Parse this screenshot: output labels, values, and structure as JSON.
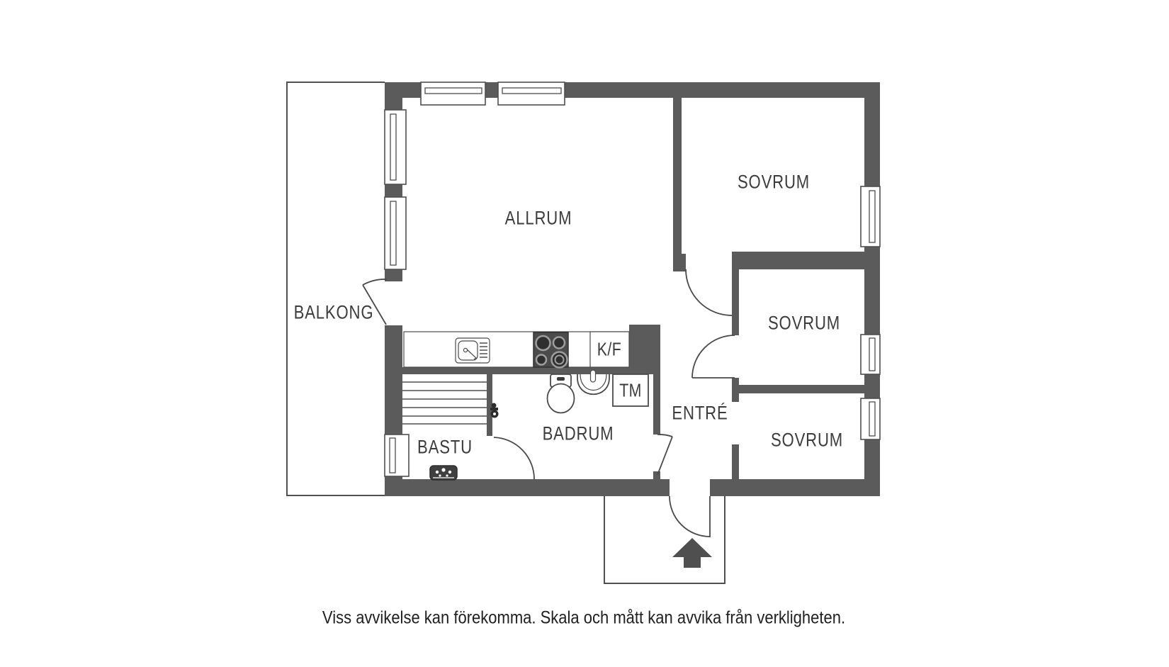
{
  "labels": {
    "balcony": "BALKONG",
    "living_room": "ALLRUM",
    "bedroom_top": "SOVRUM",
    "bedroom_middle": "SOVRUM",
    "bedroom_bottom": "SOVRUM",
    "entrance": "ENTRÉ",
    "bathroom": "BADRUM",
    "sauna": "BASTU",
    "fridge_freezer": "K/F",
    "washing_machine": "TM"
  },
  "disclaimer": "Viss avvikelse kan förekomma. Skala och mått kan avvika från verkligheten.",
  "colors": {
    "wall": "#5b5b5b",
    "line": "#4f4f4f",
    "fixture_dark": "#4f4f4f",
    "stove": "#4b4b4b",
    "text": "#3c3c3c",
    "background": "#ffffff"
  }
}
